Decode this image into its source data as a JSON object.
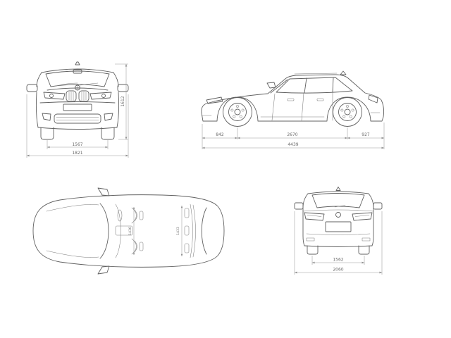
{
  "diagram": {
    "views": {
      "front": {
        "height": "1612",
        "track_width": "1567",
        "overall_width": "1821"
      },
      "side": {
        "front_overhang": "842",
        "wheelbase": "2670",
        "rear_overhang": "927",
        "overall_length": "4439"
      },
      "top": {
        "front_interior_width": "1436",
        "rear_interior_width": "1433"
      },
      "rear": {
        "rear_track": "1562",
        "overall_width_mirrors": "2060"
      }
    },
    "colors": {
      "background": "#ffffff",
      "car_outline": "#606060",
      "dimension_line": "#9a9a9a",
      "dimension_text": "#6a6a6a"
    }
  }
}
